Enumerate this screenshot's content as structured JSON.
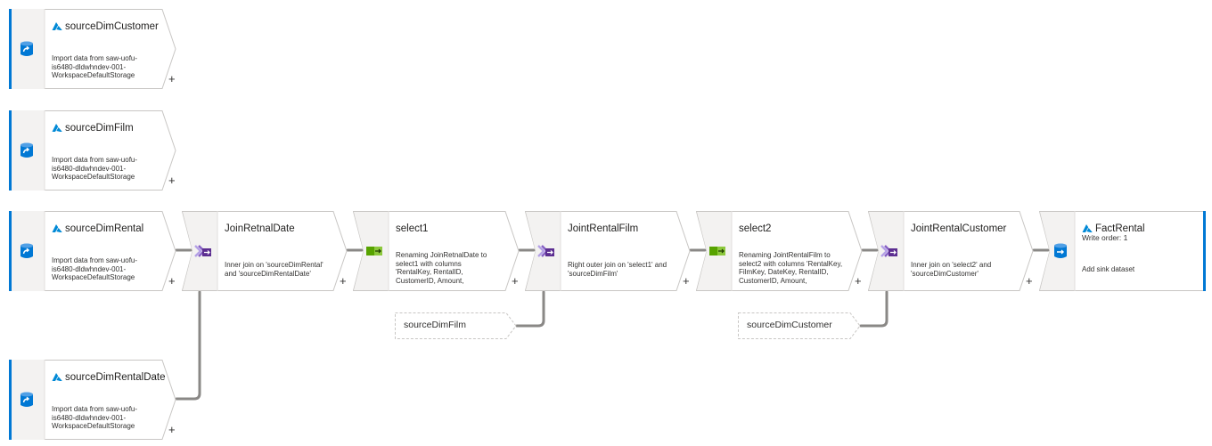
{
  "nodes": {
    "src_customer": {
      "title": "sourceDimCustomer",
      "description": "Import data from saw-uofu-is6480-dldwhndev-001-WorkspaceDefaultStorage",
      "add": "+"
    },
    "src_film": {
      "title": "sourceDimFilm",
      "description": "Import data from saw-uofu-is6480-dldwhndev-001-WorkspaceDefaultStorage",
      "add": "+"
    },
    "src_rental": {
      "title": "sourceDimRental",
      "description": "Import data from saw-uofu-is6480-dldwhndev-001-WorkspaceDefaultStorage",
      "add": "+"
    },
    "src_rentaldate": {
      "title": "sourceDimRentalDate",
      "description": "Import data from saw-uofu-is6480-dldwhndev-001-WorkspaceDefaultStorage",
      "add": "+"
    },
    "join1": {
      "title": "JoinRetnalDate",
      "description": "Inner join on 'sourceDimRental' and 'sourceDimRentalDate'",
      "add": "+"
    },
    "select1": {
      "title": "select1",
      "description": "Renaming JoinRetnalDate to select1 with columns 'RentalKey, RentalID, CustomerID, Amount, RentalDate, DateKey'",
      "add": "+"
    },
    "join2": {
      "title": "JointRentalFilm",
      "description": "Right outer join on 'select1' and 'sourceDimFilm'",
      "add": "+"
    },
    "select2": {
      "title": "select2",
      "description": "Renaming JointRentalFilm to select2 with columns 'RentalKey, FilmKey, DateKey, RentalID, CustomerID, Amount, RentalDate, FilmID'",
      "add": "+"
    },
    "join3": {
      "title": "JointRentalCustomer",
      "description": "Inner join on 'select2' and 'sourceDimCustomer'",
      "add": "+"
    },
    "sink": {
      "title": "FactRental",
      "subtitle": "Write order: 1",
      "description": "Add sink dataset"
    }
  },
  "references": {
    "film": "sourceDimFilm",
    "customer": "sourceDimCustomer"
  },
  "colors": {
    "accent": "#0078d4",
    "strip_bg": "#f3f2f1",
    "node_border": "#c8c6c4",
    "wire": "#8a8886",
    "join_icon": "#8661c5",
    "select_icon": "#57a300",
    "azure_logo": "#0089d6"
  },
  "icons": {
    "source": "database-import-icon",
    "join": "join-icon",
    "select": "select-icon",
    "sink": "database-export-icon",
    "brand": "azure-logo-icon"
  }
}
